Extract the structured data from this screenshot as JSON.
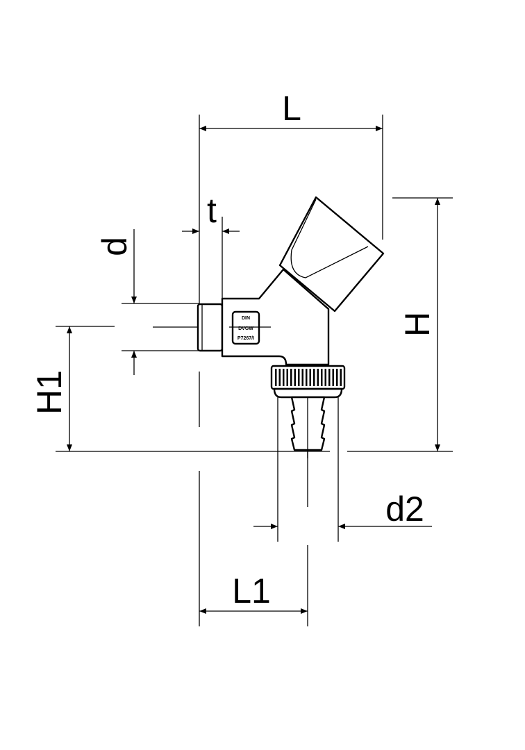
{
  "dimensions": {
    "L": "L",
    "t": "t",
    "d": "d",
    "H": "H",
    "H1": "H1",
    "d2": "d2",
    "L1": "L1"
  },
  "body_marking": [
    "DIN",
    "DVGW",
    "P7267/I"
  ],
  "colors": {
    "line": "#000000",
    "background": "#ffffff"
  }
}
